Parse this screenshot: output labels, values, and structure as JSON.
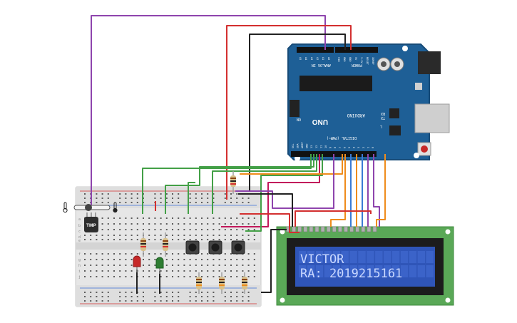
{
  "arduino": {
    "brand_label": "ARDUINO",
    "model_label": "UNO",
    "analog_header_label": "ANALOG IN",
    "power_header_label": "POWER",
    "digital_header_label": "DIGITAL (PWM~)",
    "on_label": "ON",
    "tx_label": "TX",
    "rx_label": "RX",
    "l_label": "L",
    "reset_label": "RESET",
    "analog_pins": [
      "A5",
      "A4",
      "A3",
      "A2",
      "A1",
      "A0"
    ],
    "power_pins": [
      "VIN",
      "GND",
      "GND",
      "5V",
      "3.3V",
      "RESET",
      "IOREF"
    ],
    "digital_pins": [
      "0",
      "1",
      "2",
      "3",
      "4",
      "5",
      "6",
      "7",
      "8",
      "9",
      "10",
      "11",
      "12",
      "13",
      "GND",
      "AREF",
      "SDA",
      "SCL"
    ]
  },
  "sensor": {
    "label": "TMP"
  },
  "lcd": {
    "line1": "VICTOR",
    "line2": "RA: 2019215161",
    "pin_count": 16
  },
  "breadboard": {
    "row_letters_top": [
      "a",
      "b",
      "c",
      "d",
      "e"
    ],
    "row_letters_bottom": [
      "f",
      "g",
      "h",
      "i",
      "j"
    ]
  },
  "colors": {
    "arduino_board": "#1e5f96",
    "arduino_edge": "#174b78",
    "breadboard": "#e8e8e8",
    "lcd_pcb": "#5aa857",
    "lcd_screen": "#2f55b8",
    "lcd_text": "#c9d8ff",
    "wire_purple": "#8e44ad",
    "wire_red": "#d32f2f",
    "wire_black": "#222222",
    "wire_green": "#43a047",
    "wire_orange": "#ef8c1c",
    "wire_blue": "#3a7bd5",
    "wire_magenta": "#c2185b",
    "led_red": "#c62828",
    "led_green": "#2e7d32"
  }
}
